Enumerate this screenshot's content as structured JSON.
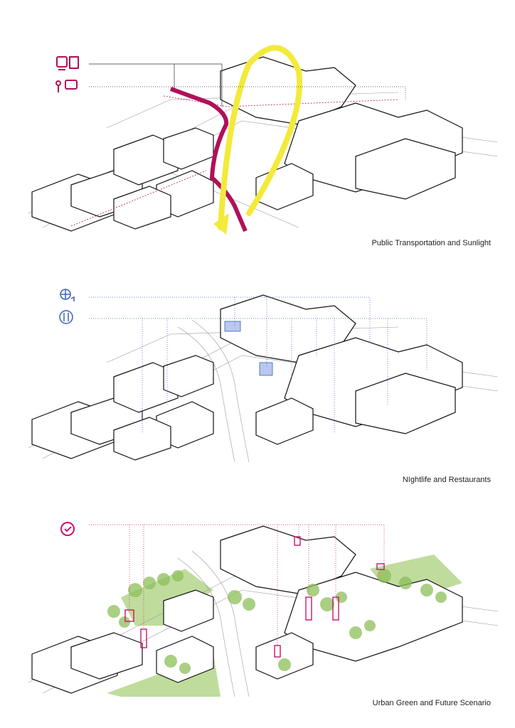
{
  "colors": {
    "transport": "#b0105a",
    "sunlight": "#f3ea3a",
    "nightlife": "#3a5fbf",
    "green": "#8dbf5a",
    "future": "#d0126a",
    "lines": "#1a1a1a"
  },
  "panels": [
    {
      "caption": "Public Transportation and Sunlight",
      "icons": [
        "train-station-icon",
        "tram-stop-icon",
        "bus-stop-icon",
        "bus-icon"
      ]
    },
    {
      "caption": "NIghtlife and Restaurants",
      "icons": [
        "globe-music-icon",
        "restaurant-icon"
      ]
    },
    {
      "caption": "Urban Green and Future Scenario",
      "icons": [
        "clock-future-icon"
      ]
    }
  ]
}
